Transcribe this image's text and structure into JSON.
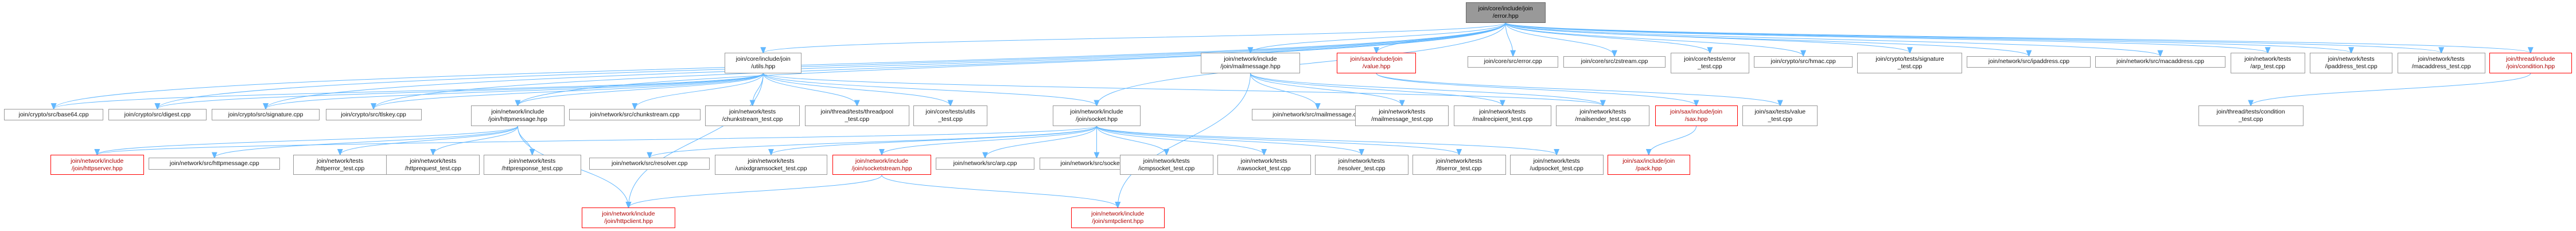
{
  "colors": {
    "edge": "#63b8ff",
    "node_border": "#999999",
    "root_fill": "#999999",
    "red_border": "#ff0000"
  },
  "nodes": [
    {
      "id": "root",
      "lines": [
        "join/core/include/join",
        "/error.hpp"
      ],
      "style": "root"
    },
    {
      "id": "utils",
      "lines": [
        "join/core/include/join",
        "/utils.hpp"
      ],
      "style": "normal"
    },
    {
      "id": "mailmessage_hpp",
      "lines": [
        "join/network/include",
        "/join/mailmessage.hpp"
      ],
      "style": "normal"
    },
    {
      "id": "sax_value",
      "lines": [
        "join/sax/include/join",
        "/value.hpp"
      ],
      "style": "red"
    },
    {
      "id": "error_cpp",
      "lines": [
        "join/core/src/error.cpp"
      ],
      "style": "normal"
    },
    {
      "id": "zstream_cpp",
      "lines": [
        "join/core/src/zstream.cpp"
      ],
      "style": "normal"
    },
    {
      "id": "error_test",
      "lines": [
        "join/core/tests/error",
        "_test.cpp"
      ],
      "style": "normal"
    },
    {
      "id": "hmac_cpp",
      "lines": [
        "join/crypto/src/hmac.cpp"
      ],
      "style": "normal"
    },
    {
      "id": "signature_test",
      "lines": [
        "join/crypto/tests/signature",
        "_test.cpp"
      ],
      "style": "normal"
    },
    {
      "id": "ipaddress_cpp",
      "lines": [
        "join/network/src/ipaddress.cpp"
      ],
      "style": "normal"
    },
    {
      "id": "macaddress_cpp",
      "lines": [
        "join/network/src/macaddress.cpp"
      ],
      "style": "normal"
    },
    {
      "id": "arp_test",
      "lines": [
        "join/network/tests",
        "/arp_test.cpp"
      ],
      "style": "normal"
    },
    {
      "id": "ipaddress_test",
      "lines": [
        "join/network/tests",
        "/ipaddress_test.cpp"
      ],
      "style": "normal"
    },
    {
      "id": "macaddress_test",
      "lines": [
        "join/network/tests",
        "/macaddress_test.cpp"
      ],
      "style": "normal"
    },
    {
      "id": "condition_hpp",
      "lines": [
        "join/thread/include",
        "/join/condition.hpp"
      ],
      "style": "red"
    },
    {
      "id": "base64_cpp",
      "lines": [
        "join/crypto/src/base64.cpp"
      ],
      "style": "normal"
    },
    {
      "id": "digest_cpp",
      "lines": [
        "join/crypto/src/digest.cpp"
      ],
      "style": "normal"
    },
    {
      "id": "signature_cpp",
      "lines": [
        "join/crypto/src/signature.cpp"
      ],
      "style": "normal"
    },
    {
      "id": "tlskey_cpp",
      "lines": [
        "join/crypto/src/tlskey.cpp"
      ],
      "style": "normal"
    },
    {
      "id": "httpmessage_hpp",
      "lines": [
        "join/network/include",
        "/join/httpmessage.hpp"
      ],
      "style": "normal"
    },
    {
      "id": "chunkstream_cpp",
      "lines": [
        "join/network/src/chunkstream.cpp"
      ],
      "style": "normal"
    },
    {
      "id": "chunkstream_test",
      "lines": [
        "join/network/tests",
        "/chunkstream_test.cpp"
      ],
      "style": "normal"
    },
    {
      "id": "threadpool_test",
      "lines": [
        "join/thread/tests/threadpool",
        "_test.cpp"
      ],
      "style": "normal"
    },
    {
      "id": "utils_test",
      "lines": [
        "join/core/tests/utils",
        "_test.cpp"
      ],
      "style": "normal"
    },
    {
      "id": "socket_hpp",
      "lines": [
        "join/network/include",
        "/join/socket.hpp"
      ],
      "style": "normal"
    },
    {
      "id": "mailmessage_cpp",
      "lines": [
        "join/network/src/mailmessage.cpp"
      ],
      "style": "normal"
    },
    {
      "id": "mailmessage_test",
      "lines": [
        "join/network/tests",
        "/mailmessage_test.cpp"
      ],
      "style": "normal"
    },
    {
      "id": "mailrecipient_test",
      "lines": [
        "join/network/tests",
        "/mailrecipient_test.cpp"
      ],
      "style": "normal"
    },
    {
      "id": "mailsender_test",
      "lines": [
        "join/network/tests",
        "/mailsender_test.cpp"
      ],
      "style": "normal"
    },
    {
      "id": "sax_hpp",
      "lines": [
        "join/sax/include/join",
        "/sax.hpp"
      ],
      "style": "red"
    },
    {
      "id": "value_test",
      "lines": [
        "join/sax/tests/value",
        "_test.cpp"
      ],
      "style": "normal"
    },
    {
      "id": "condition_test",
      "lines": [
        "join/thread/tests/condition",
        "_test.cpp"
      ],
      "style": "normal"
    },
    {
      "id": "httpserver_hpp",
      "lines": [
        "join/network/include",
        "/join/httpserver.hpp"
      ],
      "style": "red"
    },
    {
      "id": "httpmessage_cpp",
      "lines": [
        "join/network/src/httpmessage.cpp"
      ],
      "style": "normal"
    },
    {
      "id": "httperror_test",
      "lines": [
        "join/network/tests",
        "/httperror_test.cpp"
      ],
      "style": "normal"
    },
    {
      "id": "httprequest_test",
      "lines": [
        "join/network/tests",
        "/httprequest_test.cpp"
      ],
      "style": "normal"
    },
    {
      "id": "httpresponse_test",
      "lines": [
        "join/network/tests",
        "/httpresponse_test.cpp"
      ],
      "style": "normal"
    },
    {
      "id": "resolver_cpp",
      "lines": [
        "join/network/src/resolver.cpp"
      ],
      "style": "normal"
    },
    {
      "id": "unixdgramsocket_test",
      "lines": [
        "join/network/tests",
        "/unixdgramsocket_test.cpp"
      ],
      "style": "normal"
    },
    {
      "id": "socketstream_hpp",
      "lines": [
        "join/network/include",
        "/join/socketstream.hpp"
      ],
      "style": "red"
    },
    {
      "id": "arp_cpp",
      "lines": [
        "join/network/src/arp.cpp"
      ],
      "style": "normal"
    },
    {
      "id": "socket_cpp",
      "lines": [
        "join/network/src/socket.cpp"
      ],
      "style": "normal"
    },
    {
      "id": "icmpsocket_test",
      "lines": [
        "join/network/tests",
        "/icmpsocket_test.cpp"
      ],
      "style": "normal"
    },
    {
      "id": "rawsocket_test",
      "lines": [
        "join/network/tests",
        "/rawsocket_test.cpp"
      ],
      "style": "normal"
    },
    {
      "id": "resolver_test",
      "lines": [
        "join/network/tests",
        "/resolver_test.cpp"
      ],
      "style": "normal"
    },
    {
      "id": "tlserror_test",
      "lines": [
        "join/network/tests",
        "/tlserror_test.cpp"
      ],
      "style": "normal"
    },
    {
      "id": "udpsocket_test",
      "lines": [
        "join/network/tests",
        "/udpsocket_test.cpp"
      ],
      "style": "normal"
    },
    {
      "id": "pack_hpp",
      "lines": [
        "join/sax/include/join",
        "/pack.hpp"
      ],
      "style": "red"
    },
    {
      "id": "httpclient_hpp",
      "lines": [
        "join/network/include",
        "/join/httpclient.hpp"
      ],
      "style": "red"
    },
    {
      "id": "smtpclient_hpp",
      "lines": [
        "join/network/include",
        "/join/smtpclient.hpp"
      ],
      "style": "red"
    }
  ]
}
